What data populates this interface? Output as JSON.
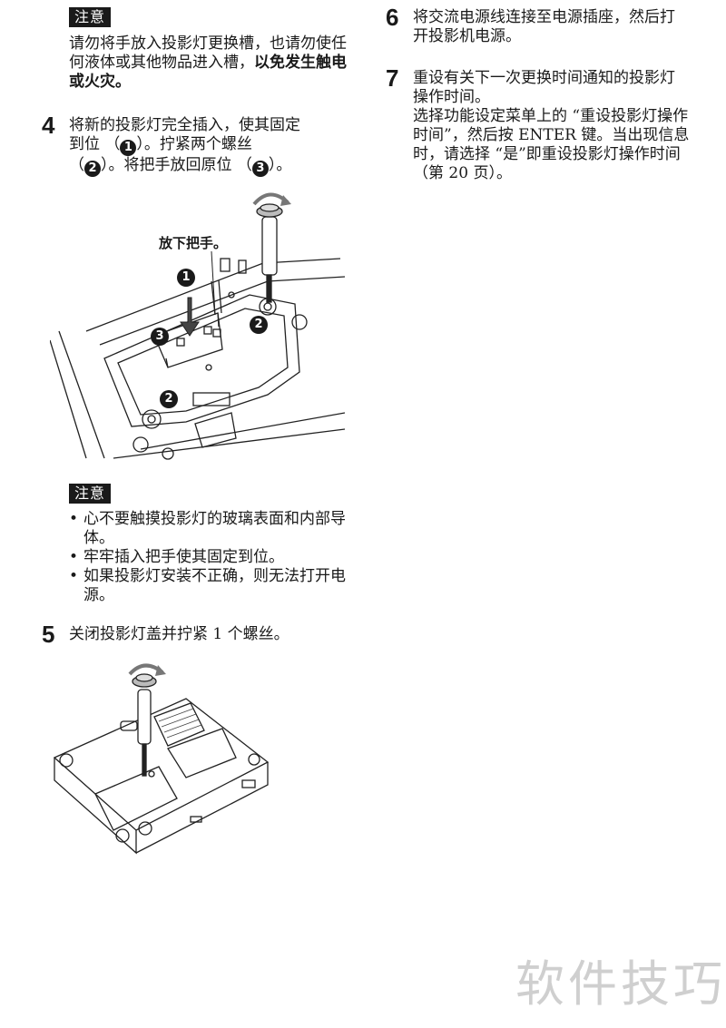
{
  "left_column": {
    "caution1": {
      "badge": "注意",
      "text_before_bold": "请勿将手放入投影灯更换槽，也请勿使任何液体或其他物品进入槽，",
      "text_bold": "以免发生触电或火灾。"
    },
    "step4": {
      "number": "4",
      "line1": "将新的投影灯完全插入，使其固定",
      "line2_pre": "到位 （",
      "circle1": "1",
      "line2_post": "）。拧紧两个螺丝",
      "line3_pre": "（",
      "circle2": "2",
      "line3_mid": "）。将把手放回原位 （",
      "circle3": "3",
      "line3_post": "）。"
    },
    "figure1": {
      "label": "放下把手。",
      "markers": [
        "1",
        "2",
        "3",
        "2"
      ]
    },
    "caution2": {
      "badge": "注意",
      "items": [
        "心不要触摸投影灯的玻璃表面和内部导体。",
        "牢牢插入把手使其固定到位。",
        "如果投影灯安装不正确，则无法打开电源。"
      ]
    },
    "step5": {
      "number": "5",
      "text": "关闭投影灯盖并拧紧 1 个螺丝。"
    }
  },
  "right_column": {
    "step6": {
      "number": "6",
      "text": "将交流电源线连接至电源插座，然后打开投影机电源。"
    },
    "step7": {
      "number": "7",
      "text1": "重设有关下一次更换时间通知的投影灯操作时间。",
      "text2": "选择功能设定菜单上的 “重设投影灯操作时间”，然后按 ENTER 键。当出现信息时，请选择 “是”即重设投影灯操作时间 （第 20 页）。"
    }
  },
  "watermark": "软件技巧"
}
